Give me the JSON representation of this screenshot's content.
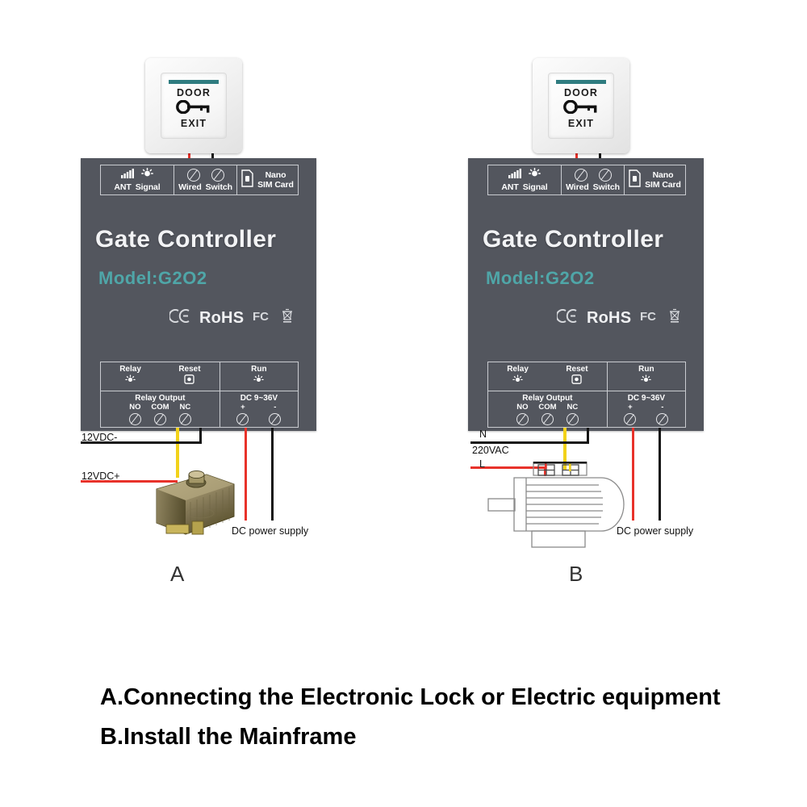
{
  "diagram": {
    "caption_lines": [
      "A.Connecting the Electronic Lock or Electric equipment",
      "B.Install the Mainframe"
    ],
    "panel_labels": {
      "left": "A",
      "right": "B"
    }
  },
  "exit_button": {
    "line1": "DOOR",
    "line2": "EXIT",
    "accent_color": "#2f7c80",
    "icon": "key-icon"
  },
  "controller": {
    "brand": "Gate Controller",
    "model": "Model:G2O2",
    "body_color": "#53565e",
    "model_color": "#4fa6a8",
    "top_panel": {
      "cells": [
        {
          "labels": [
            "ANT",
            "Signal"
          ],
          "icons": [
            "antenna-bars-icon",
            "signal-light-icon"
          ]
        },
        {
          "labels": [
            "Wired",
            "Switch"
          ],
          "icons": [
            "screw-terminal-icon",
            "screw-terminal-icon"
          ]
        },
        {
          "labels": [
            "Nano",
            "SIM Card"
          ],
          "icons": [
            "sim-card-icon"
          ]
        }
      ]
    },
    "bottom_panel": {
      "relay_label": "Relay",
      "relay_icon": "led-icon",
      "reset_label": "Reset",
      "reset_icon": "reset-button-icon",
      "run_label": "Run",
      "run_icon": "led-icon",
      "relay_output_title": "Relay Output",
      "relay_terminals": [
        "NO",
        "COM",
        "NC"
      ],
      "power_title": "DC 9~36V",
      "power_terminals": [
        "+",
        "-"
      ]
    },
    "certifications": [
      "CE",
      "RoHS",
      "FC",
      "WEEE"
    ]
  },
  "panel_a": {
    "wire_labels": [
      "12VDC-",
      "12VDC+"
    ],
    "power_label": "DC power supply",
    "device": "electronic-lock"
  },
  "panel_b": {
    "wire_labels": [
      "N",
      "220VAC",
      "L"
    ],
    "power_label": "DC power supply",
    "device": "electric-motor"
  },
  "colors": {
    "red_wire": "#e8322a",
    "black_wire": "#151515",
    "yellow_wire": "#f2d21a"
  }
}
